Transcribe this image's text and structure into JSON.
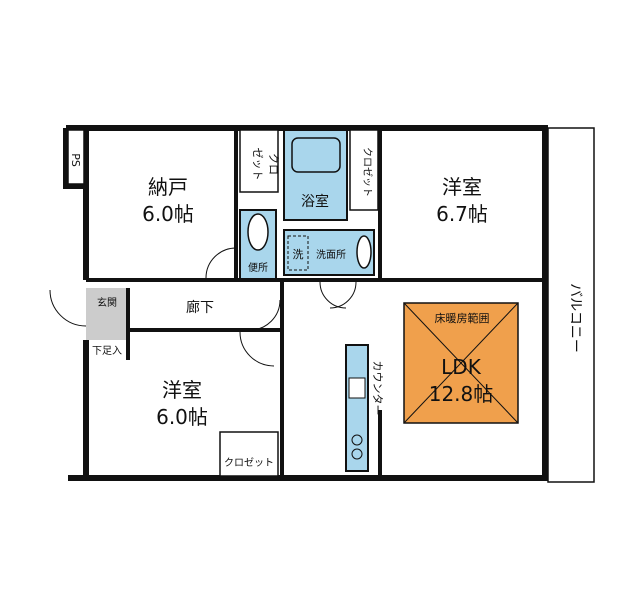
{
  "rooms": {
    "nando": {
      "name": "納戸",
      "size": "6.0帖"
    },
    "youshitsu_ne": {
      "name": "洋室",
      "size": "6.7帖"
    },
    "youshitsu_sw": {
      "name": "洋室",
      "size": "6.0帖"
    },
    "ldk": {
      "name": "LDK",
      "size": "12.8帖"
    }
  },
  "labels": {
    "ps": "PS",
    "closet_v1": "クロ",
    "closet_v2": "ゼット",
    "bath": "浴室",
    "closet_ne": "クロゼット",
    "toilet": "便所",
    "wash_mark": "洗",
    "washroom": "洗面所",
    "corridor": "廊下",
    "entrance": "玄関",
    "shoe_box": "下足入",
    "counter": "カウンター",
    "closet_sw": "クロゼット",
    "floor_heating": "床暖房範囲",
    "balcony": "バルコニー"
  },
  "colors": {
    "wall": "#111111",
    "wet_area": "#a9d6ec",
    "floor_heating": "#f0a04c",
    "entrance_floor": "#cccccc"
  }
}
